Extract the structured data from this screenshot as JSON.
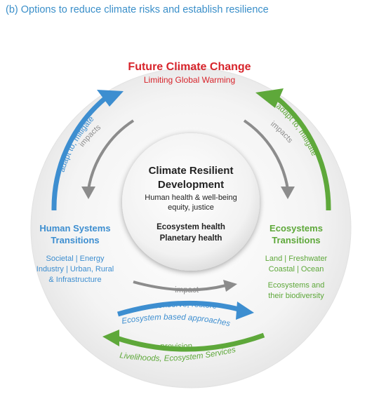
{
  "subtitle": "(b) Options to reduce climate risks and establish resilience",
  "top": {
    "title": "Future Climate Change",
    "subtitle": "Limiting Global Warming"
  },
  "center": {
    "title_line1": "Climate Resilient",
    "title_line2": "Development",
    "line1": "Human health & well-being",
    "line2": "equity, justice",
    "line3": "Ecosystem health",
    "line4": "Planetary health"
  },
  "left": {
    "title_line1": "Human Systems",
    "title_line2": "Transitions",
    "line1": "Societal | Energy",
    "line2": "Industry | Urban, Rural",
    "line3": "& Infrastructure"
  },
  "right": {
    "title_line1": "Ecosystems",
    "title_line2": "Transitions",
    "line1": "Land | Freshwater",
    "line2": "Coastal | Ocean",
    "line3": "Ecosystems and",
    "line4": "their biodiversity"
  },
  "arrows": {
    "left_outer": "adapt to, mitigate",
    "right_outer": "adapt to, mitigate",
    "left_inner": "impacts",
    "right_inner": "impacts",
    "bottom_inner": "impact",
    "blue_bottom_1": "conserve, restore",
    "blue_bottom_2": "Ecosystem based approaches",
    "green_bottom_1": "provision",
    "green_bottom_2": "Livelihoods, Ecosystem Services"
  },
  "colors": {
    "blue": "#3d8ed0",
    "green": "#5ea83a",
    "red": "#d7242b",
    "gray_arrow": "#8c8c8c"
  }
}
